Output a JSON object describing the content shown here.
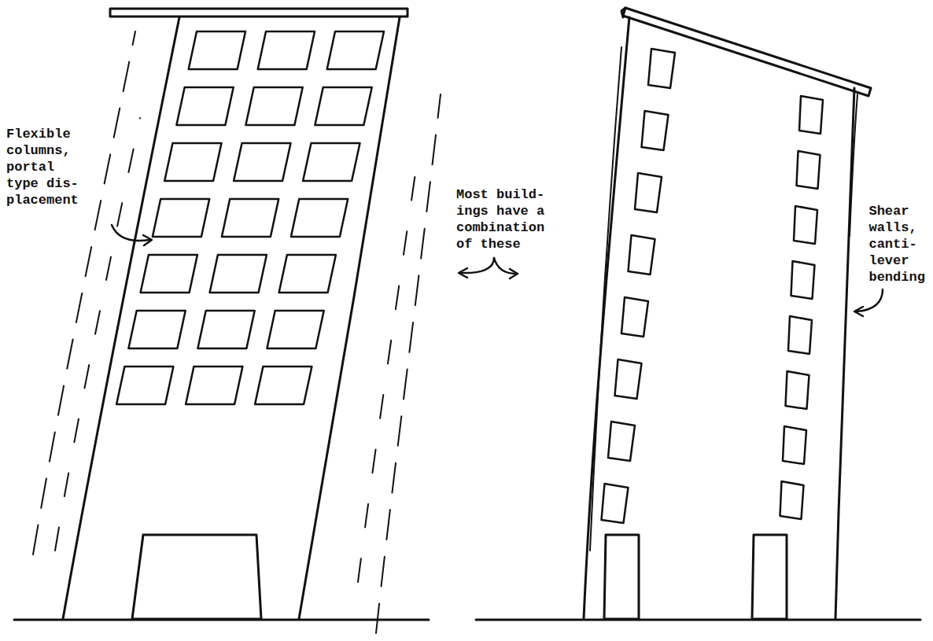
{
  "diagram": {
    "labels": [
      "Flexible columns, portal type dis- placement",
      "Most build- ings have a combination of these",
      "Shear walls, canti- lever bending"
    ]
  }
}
